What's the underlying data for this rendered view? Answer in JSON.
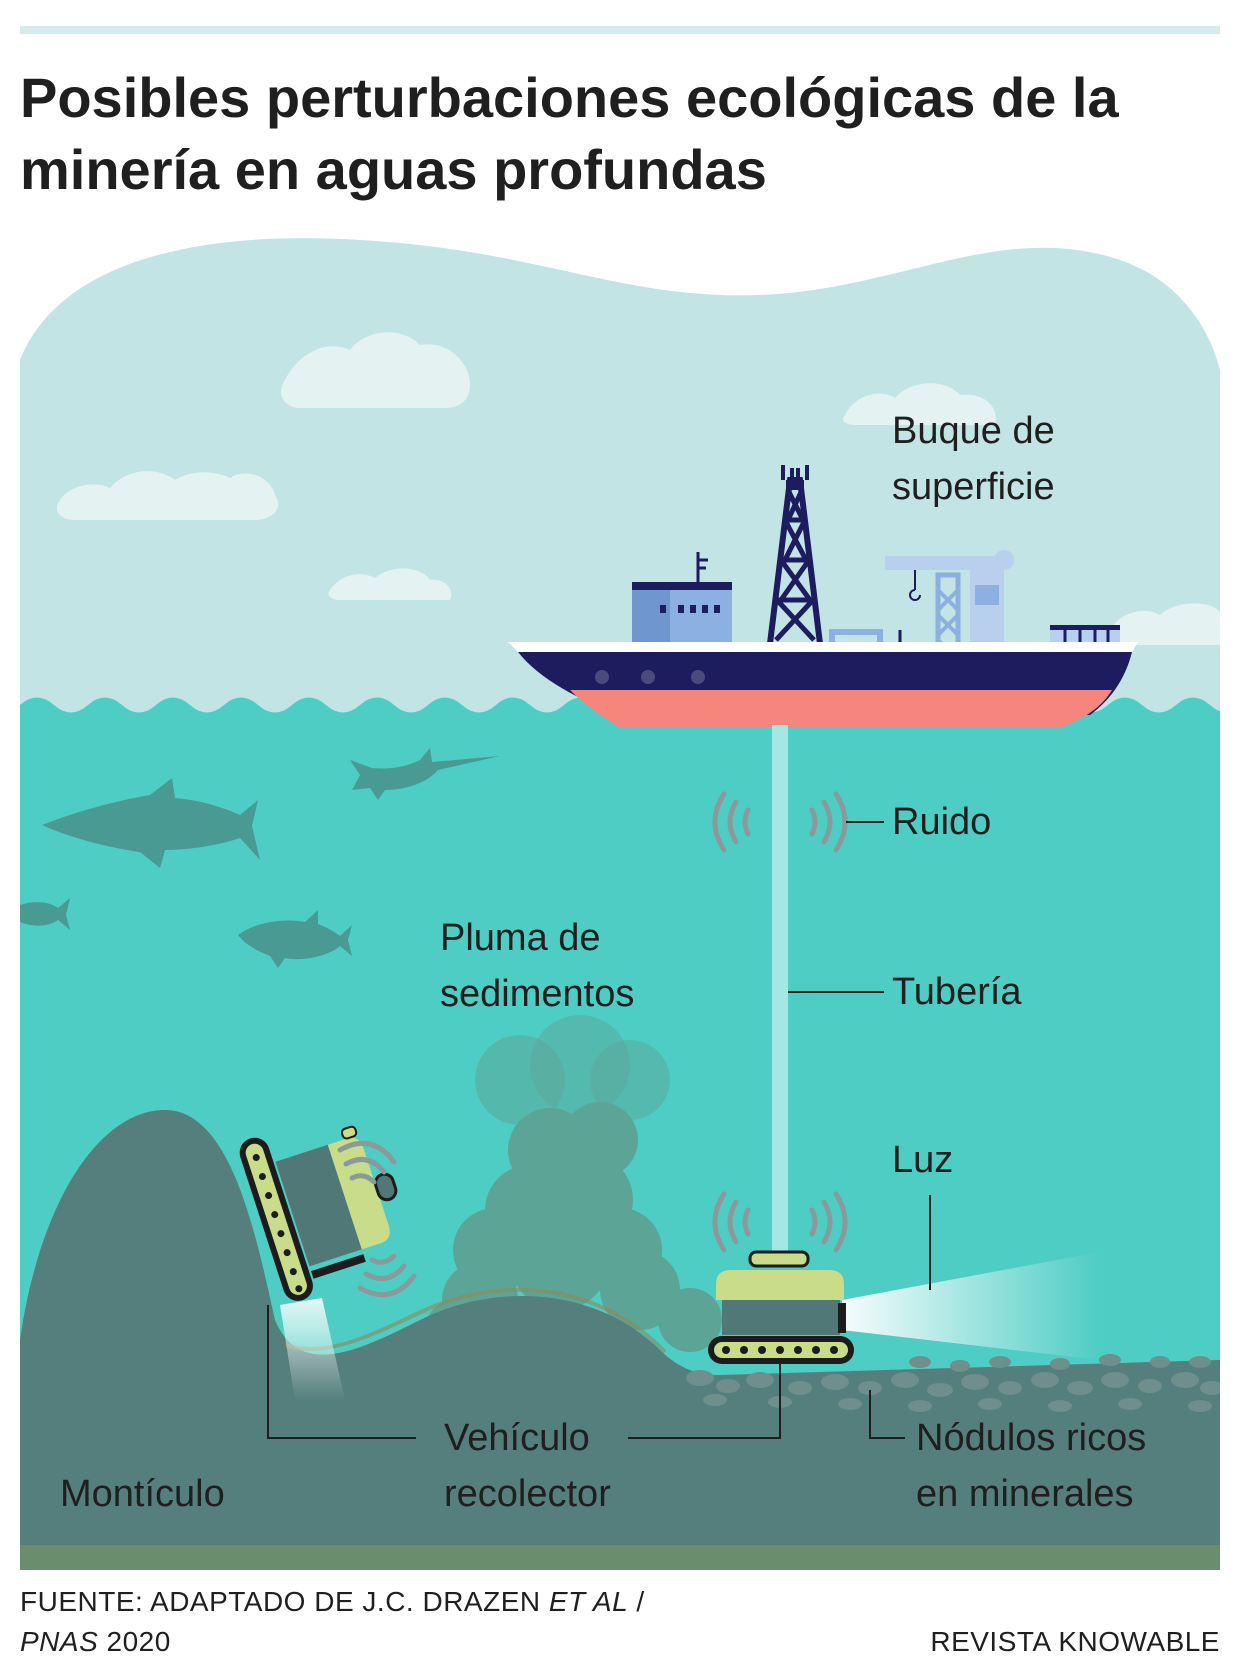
{
  "header": {
    "title_line1": "Posibles perturbaciones ecológicas de la",
    "title_line2": "minería en aguas profundas"
  },
  "labels": {
    "ship_line1": "Buque de",
    "ship_line2": "superficie",
    "noise": "Ruido",
    "plume_line1": "Pluma de",
    "plume_line2": "sedimentos",
    "pipe": "Tubería",
    "light": "Luz",
    "vehicle_line1": "Vehículo",
    "vehicle_line2": "recolector",
    "nodules_line1": "Nódulos ricos",
    "nodules_line2": "en minerales",
    "mound": "Montículo"
  },
  "footer": {
    "source_prefix": "FUENTE: ADAPTADO DE J.C. DRAZEN ",
    "source_italic": "ET AL",
    "source_sep": " /",
    "journal_italic": "PNAS",
    "year": " 2020",
    "credit": "REVISTA KNOWABLE"
  },
  "colors": {
    "sky": "#c2e4e5",
    "cloud": "#e4f2f2",
    "sea": "#4ecdc4",
    "deep_sea": "#49c4bb",
    "seafloor": "#557f7d",
    "seafloor_bottom": "#6a8d6d",
    "fish": "#4a9a94",
    "hull_dark": "#1c1c5e",
    "hull_red": "#f5857d",
    "ship_blue": "#8cb0e0",
    "pipe": "#a3e8e3",
    "vehicle_yellow": "#c8dc8a",
    "vehicle_body": "#4f7876",
    "noise_waves": "#8a9a9a",
    "plume": "#5f9e8d",
    "leader_line": "#1f1f1f"
  }
}
